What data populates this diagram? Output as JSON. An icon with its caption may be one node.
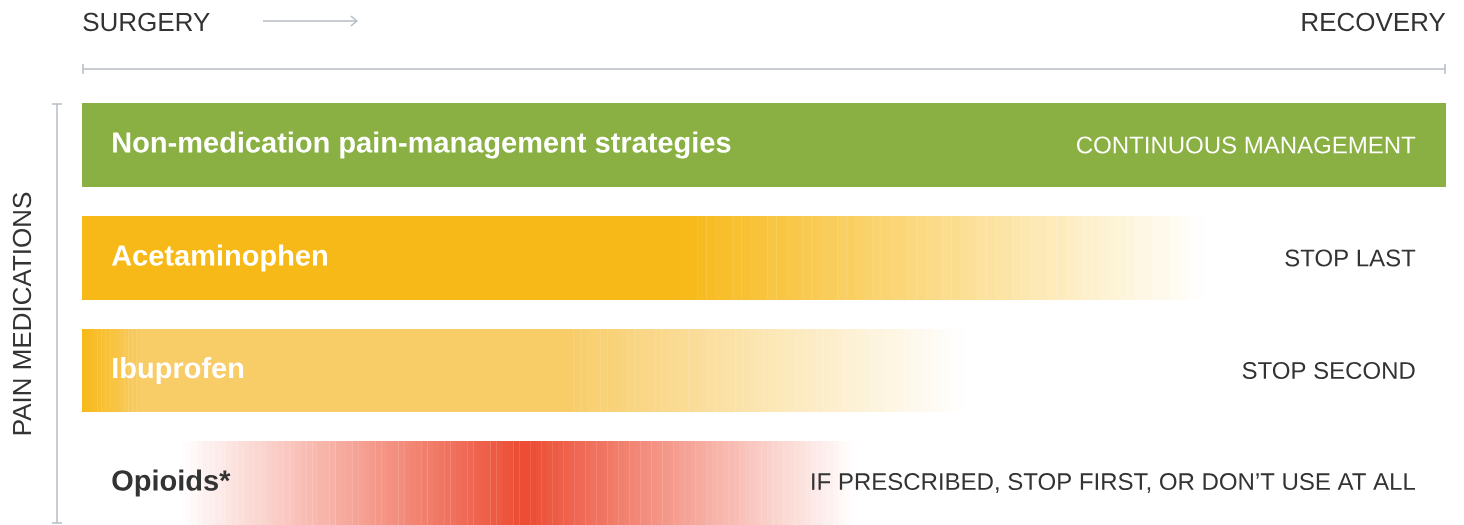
{
  "diagram": {
    "nodes": [
      {
        "text": [
          "Non-medication pain-management strategies",
          "CONTINUOUS MANAGEMENT"
        ]
      },
      {
        "text": [
          "Acetaminophen"
        ]
      },
      {
        "text": [
          "Ibuprofen"
        ]
      },
      {
        "text": [
          "Opioids*"
        ],
        "beside": [
          "IF PRESCRIBED, STOP FIRST, OR DON’T USE AT ALL"
        ]
      }
    ],
    "labels": [
      "SURGERY",
      "RECOVERY",
      "PAIN MEDICATIONS",
      "STOP LAST",
      "STOP SECOND"
    ]
  }
}
